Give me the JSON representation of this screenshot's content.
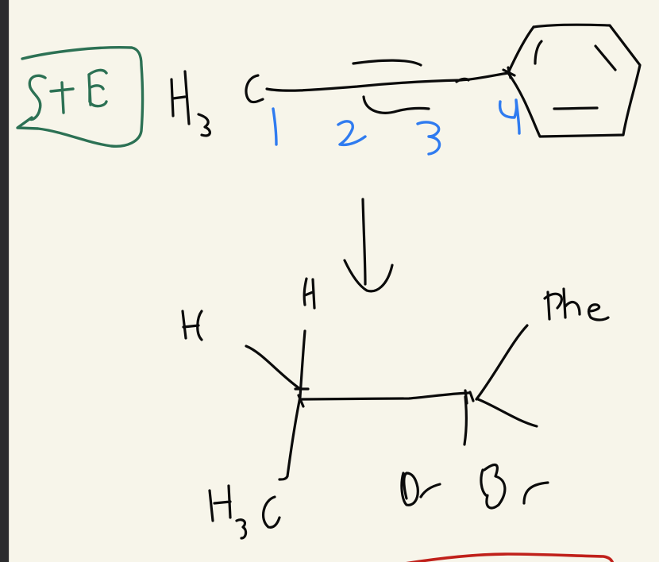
{
  "canvas": {
    "background": "#f7f5ea",
    "gutter_color": "#2b2b2d",
    "ink_colors": {
      "black": "#0b0b0b",
      "blue": "#2f7bf0",
      "green": "#2c7154",
      "red": "#c0201a"
    }
  },
  "note": {
    "label_box_text": "S+E",
    "label_box_color": "#2c7154"
  },
  "reactant": {
    "substituent_label": "H3C",
    "chain_numbers": [
      "1",
      "2",
      "3",
      "4"
    ],
    "ring": "benzene",
    "number_color": "#2f7bf0"
  },
  "arrow": {
    "direction": "down"
  },
  "product": {
    "left_carbon_substituents": [
      "H",
      "H",
      "H3C"
    ],
    "right_carbon_substituents": [
      "Phe",
      "Br",
      "Br"
    ]
  },
  "bottom_annotation": {
    "shape": "red-curve",
    "color": "#c0201a"
  }
}
